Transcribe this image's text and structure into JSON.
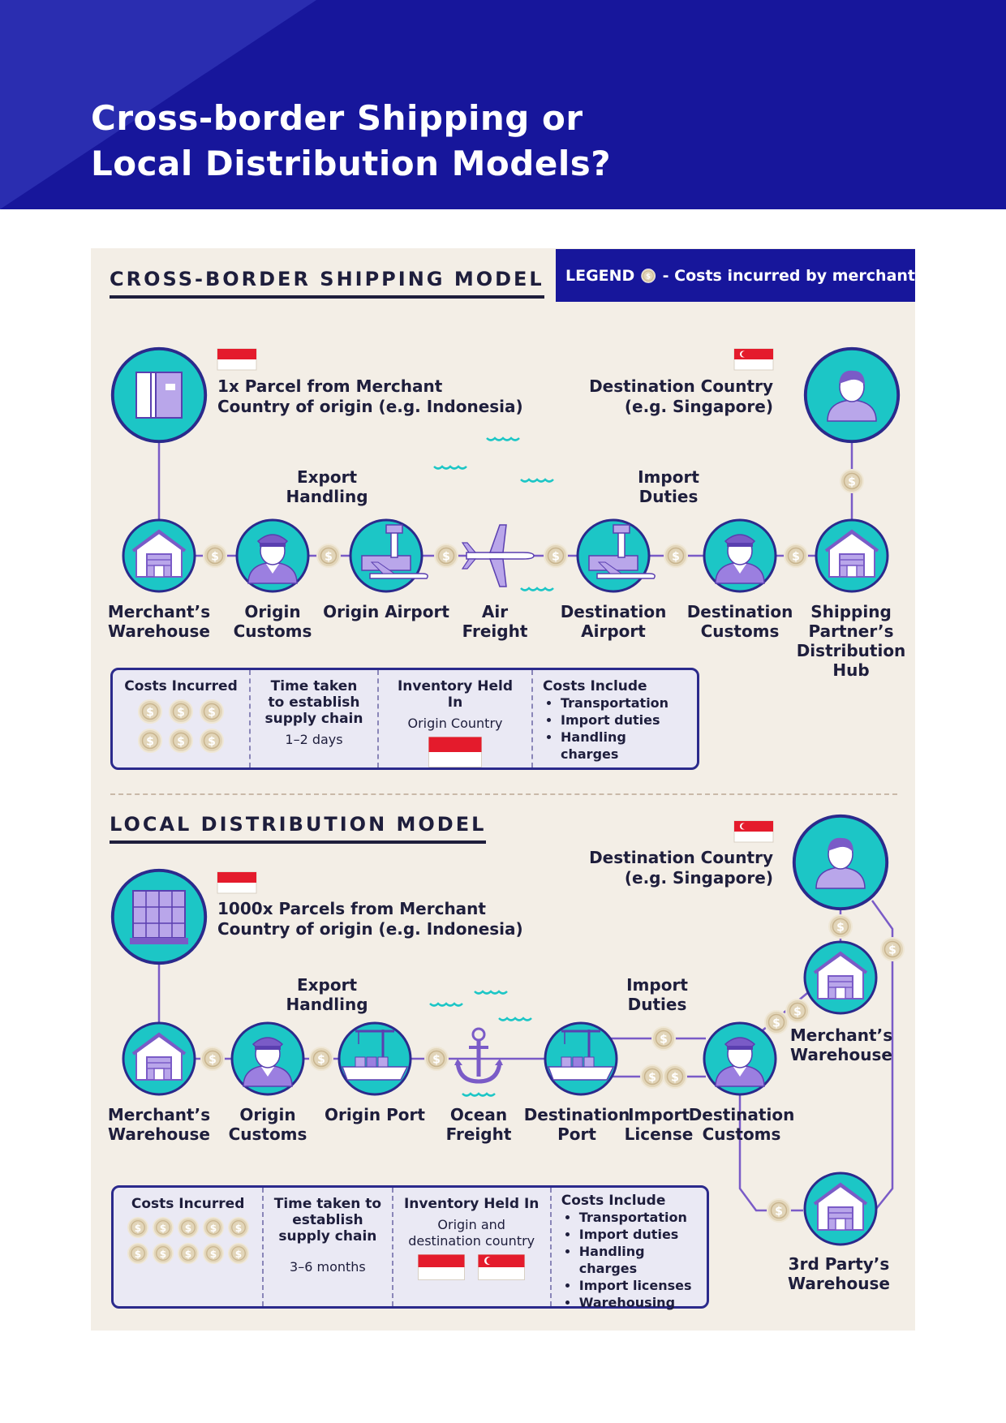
{
  "header": {
    "title_line1": "Cross-border Shipping or",
    "title_line2": "Local Distribution Models?"
  },
  "legend": {
    "label": "LEGEND",
    "text": "- Costs incurred by merchant",
    "icon": "dollar-coin-icon"
  },
  "colors": {
    "header_blue": "#17169b",
    "teal": "#1cc6c6",
    "purple": "#8a6ad2",
    "coin": "#e2d5b9",
    "panel": "#f3eee6"
  },
  "cross_border": {
    "title": "CROSS-BORDER SHIPPING MODEL",
    "origin_text_line1": "1x Parcel from Merchant",
    "origin_text_line2": "Country of origin (e.g. Indonesia)",
    "dest_text_line1": "Destination Country",
    "dest_text_line2": "(e.g. Singapore)",
    "export_line1": "Export",
    "export_line2": "Handling",
    "import_line1": "Import",
    "import_line2": "Duties",
    "nodes": [
      {
        "line1": "Merchant’s",
        "line2": "Warehouse",
        "icon": "warehouse-icon"
      },
      {
        "line1": "Origin",
        "line2": "Customs",
        "icon": "customs-officer-icon"
      },
      {
        "line1": "Origin Airport",
        "line2": "",
        "icon": "airport-icon"
      },
      {
        "line1": "Air",
        "line2": "Freight",
        "icon": "airplane-icon"
      },
      {
        "line1": "Destination",
        "line2": "Airport",
        "icon": "airport-icon"
      },
      {
        "line1": "Destination",
        "line2": "Customs",
        "icon": "customs-officer-icon"
      },
      {
        "line1": "Shipping",
        "line2": "Partner’s",
        "line3": "Distribution",
        "line4": "Hub",
        "icon": "warehouse-icon"
      }
    ],
    "info": {
      "costs_label": "Costs Incurred",
      "costs_coins": 6,
      "time_label": "Time taken to establish supply chain",
      "time_value": "1–2 days",
      "inventory_label": "Inventory Held In",
      "inventory_value": "Origin Country",
      "include_label": "Costs Include",
      "include_items": [
        "Transportation",
        "Import duties",
        "Handling charges"
      ]
    }
  },
  "local": {
    "title": "LOCAL DISTRIBUTION MODEL",
    "origin_text_line1": "1000x Parcels from Merchant",
    "origin_text_line2": "Country of origin (e.g. Indonesia)",
    "dest_text_line1": "Destination Country",
    "dest_text_line2": "(e.g. Singapore)",
    "export_line1": "Export",
    "export_line2": "Handling",
    "import_line1": "Import",
    "import_line2": "Duties",
    "nodes": [
      {
        "line1": "Merchant’s",
        "line2": "Warehouse",
        "icon": "warehouse-icon"
      },
      {
        "line1": "Origin",
        "line2": "Customs",
        "icon": "customs-officer-icon"
      },
      {
        "line1": "Origin Port",
        "line2": "",
        "icon": "port-icon"
      },
      {
        "line1": "Ocean",
        "line2": "Freight",
        "icon": "anchor-icon"
      },
      {
        "line1": "Destination",
        "line2": "Port",
        "icon": "port-icon"
      },
      {
        "line1": "Import",
        "line2": "License",
        "icon": ""
      },
      {
        "line1": "Destination",
        "line2": "Customs",
        "icon": "customs-officer-icon"
      },
      {
        "line1": "Merchant’s",
        "line2": "Warehouse",
        "icon": "warehouse-icon"
      },
      {
        "line1": "3rd Party’s",
        "line2": "Warehouse",
        "icon": "warehouse-icon"
      }
    ],
    "info": {
      "costs_label": "Costs Incurred",
      "costs_coins": 10,
      "time_label": "Time taken to establish supply chain",
      "time_value": "3–6 months",
      "inventory_label": "Inventory Held In",
      "inventory_value": "Origin and destination country",
      "include_label": "Costs Include",
      "include_items": [
        "Transportation",
        "Import duties",
        "Handling charges",
        "Import licenses",
        "Warehousing"
      ]
    }
  }
}
